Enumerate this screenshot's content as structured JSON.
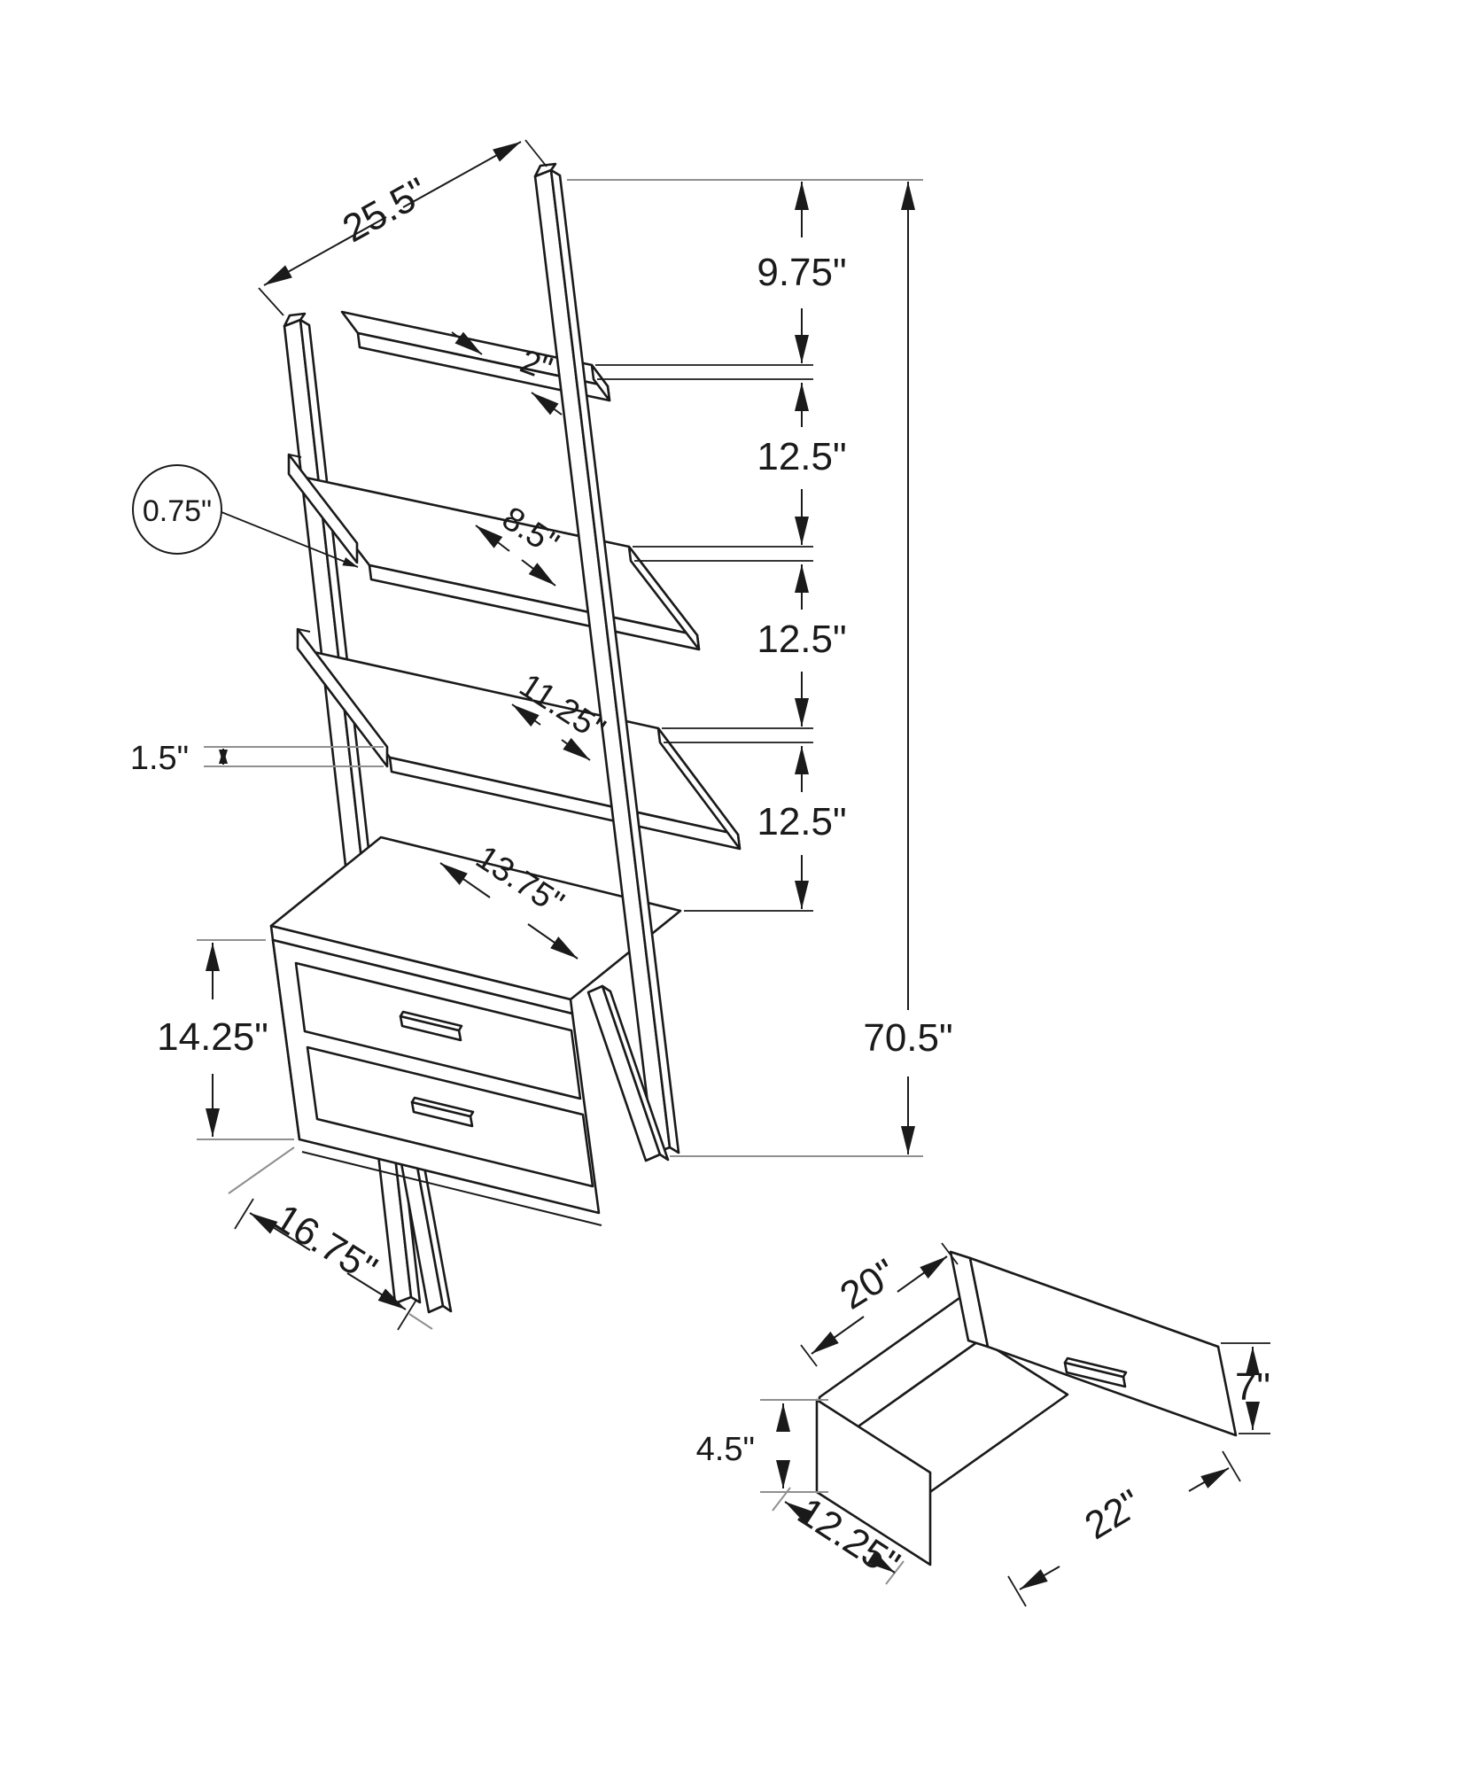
{
  "diagram": {
    "type": "furniture-dimension-drawing",
    "colors": {
      "line": "#1a1a1a",
      "extension_line": "#8f8f8f",
      "background": "#ffffff"
    },
    "main_view": {
      "name": "ladder-bookcase-with-drawers",
      "labels": {
        "width_top": "25.5\"",
        "shelf1_depth": "2\"",
        "board_thickness": "0.75\"",
        "shelf2_depth": "8.5\"",
        "shelf3_depth": "11.25\"",
        "lip_height": "1.5\"",
        "cabinet_top_depth": "13.75\"",
        "cabinet_height": "14.25\"",
        "base_depth": "16.75\"",
        "gap_top": "9.75\"",
        "gap_shelf1_2": "12.5\"",
        "gap_shelf2_3": "12.5\"",
        "gap_shelf3_cab": "12.5\"",
        "total_height": "70.5\""
      }
    },
    "drawer_view": {
      "name": "drawer-detail",
      "labels": {
        "back_width": "20\"",
        "front_height": "7\"",
        "side_height": "4.5\"",
        "depth": "12.25\"",
        "front_width": "22\""
      }
    }
  }
}
